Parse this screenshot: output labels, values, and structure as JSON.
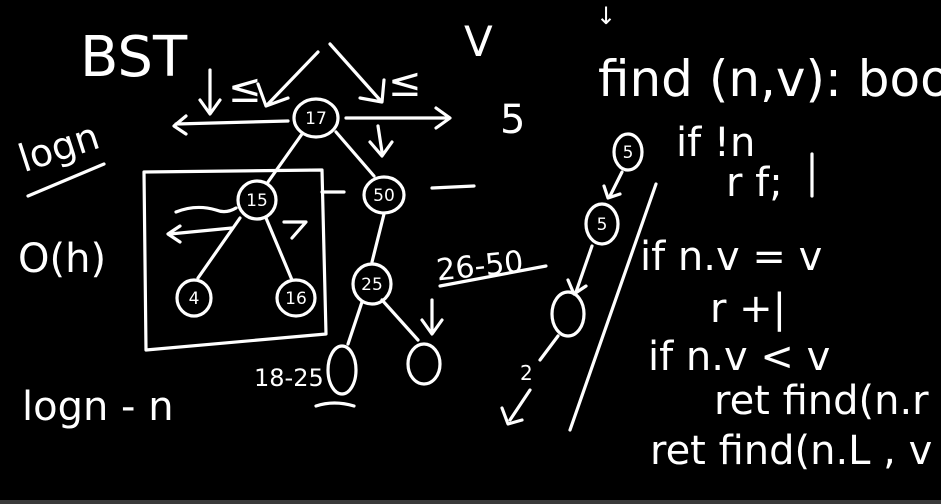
{
  "title": "BST",
  "v_label": "V",
  "leq_left": "≤",
  "leq_right": "≤",
  "search_value": "5",
  "complexity": {
    "logn": "logn",
    "oh": "O(h)",
    "logn_n": "logn - n"
  },
  "tree": {
    "root": "17",
    "left": "15",
    "right": "50",
    "left_left": "4",
    "left_right": "16",
    "right_left": "25"
  },
  "ranges": {
    "r26_50": "26-50",
    "r18_25": "18-25"
  },
  "trace": {
    "n1": "5",
    "n2": "5",
    "n3": "2"
  },
  "code": {
    "signature": "find (n,v): bool",
    "line1": "if !n",
    "line2": "r f;",
    "line3": "if n.v = v",
    "line4": "r +|",
    "line5": "if n.v < v",
    "line6": "ret find(n.r",
    "line7": "ret find(n.L , v"
  },
  "cursor_arrow": "↓"
}
